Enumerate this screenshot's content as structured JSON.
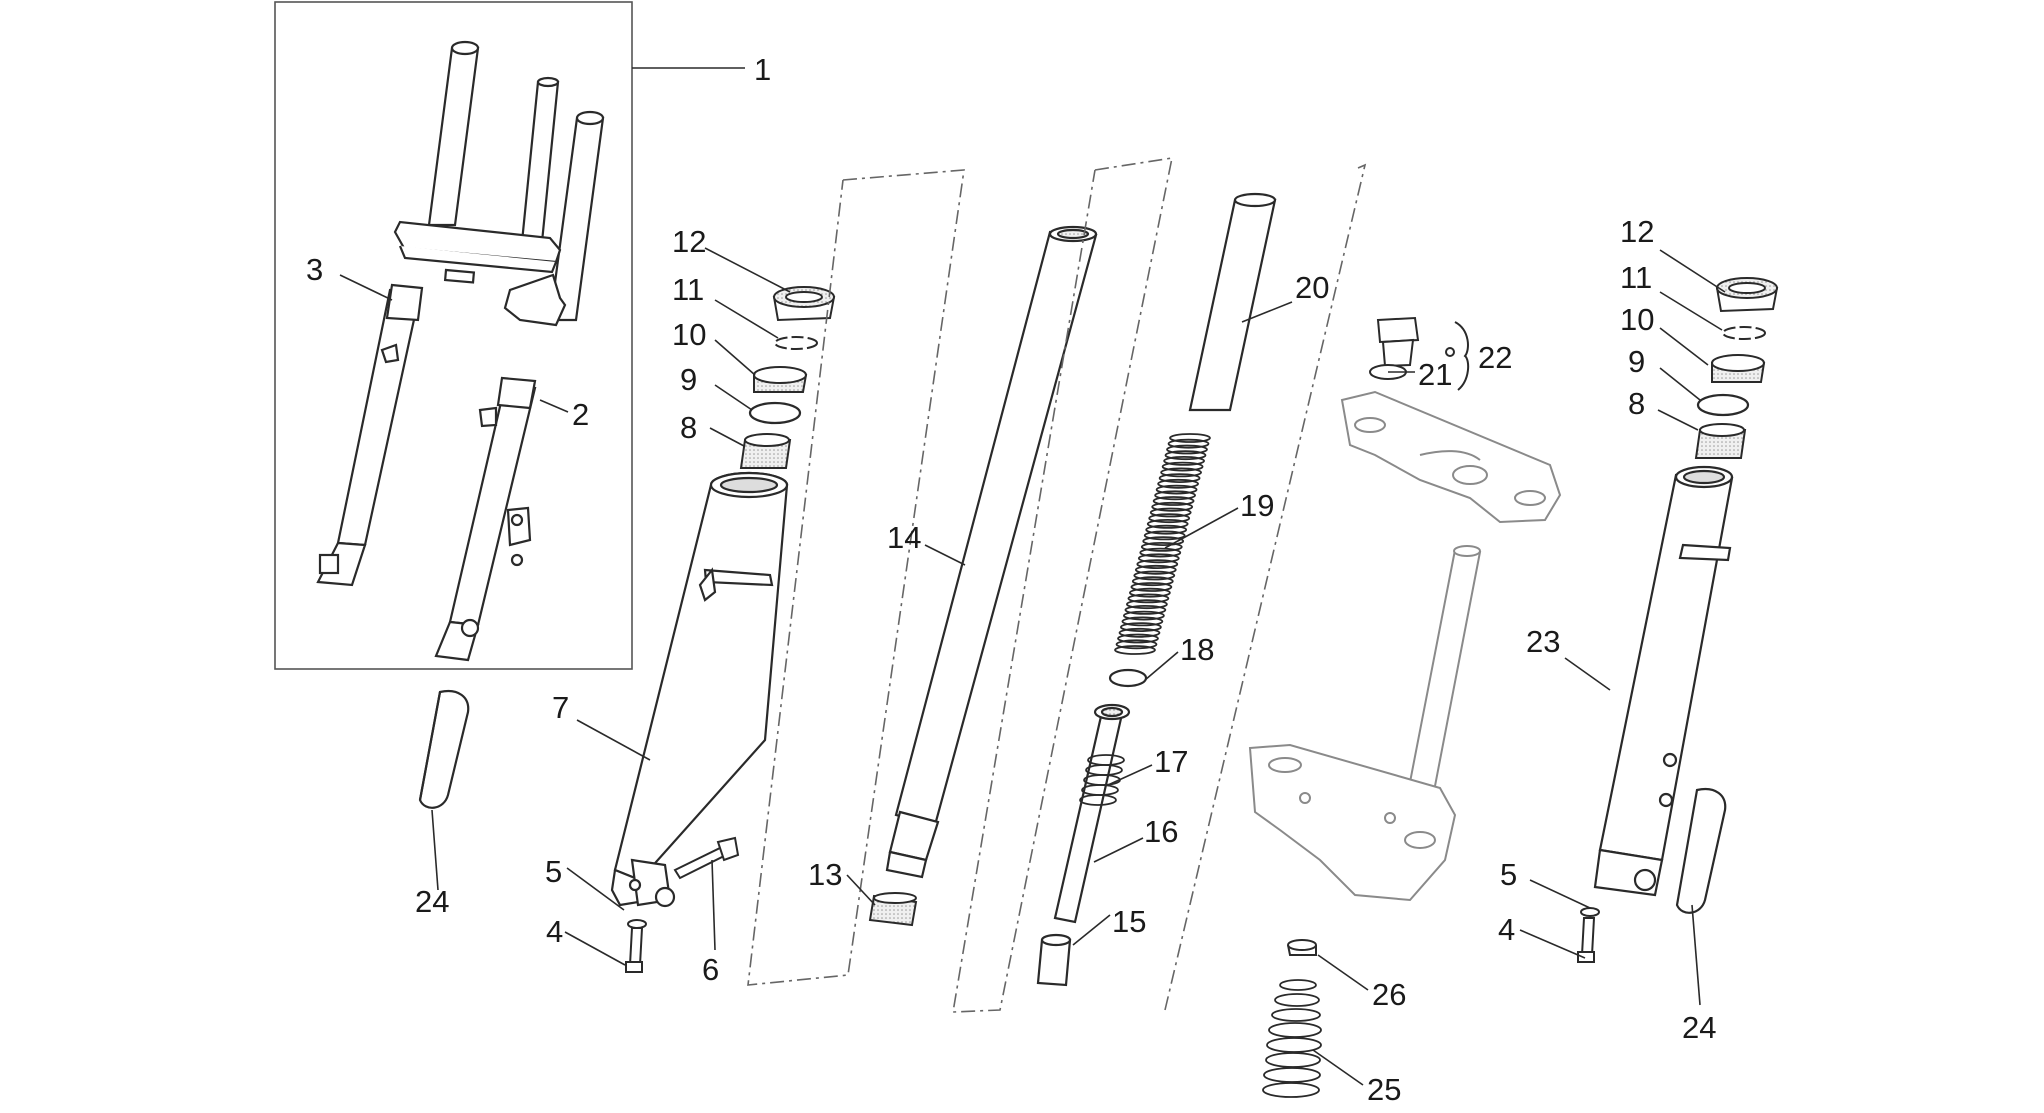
{
  "diagram": {
    "callouts": {
      "c1": "1",
      "c2": "2",
      "c3": "3",
      "c4l": "4",
      "c5l": "5",
      "c6": "6",
      "c7": "7",
      "c8l": "8",
      "c9l": "9",
      "c10l": "10",
      "c11l": "11",
      "c12l": "12",
      "c13": "13",
      "c14": "14",
      "c15": "15",
      "c16": "16",
      "c17": "17",
      "c18": "18",
      "c19": "19",
      "c20": "20",
      "c21": "21",
      "c22": "22",
      "c23": "23",
      "c24l": "24",
      "c4r": "4",
      "c5r": "5",
      "c8r": "8",
      "c9r": "9",
      "c10r": "10",
      "c11r": "11",
      "c12r": "12",
      "c24r": "24",
      "c25": "25",
      "c26": "26"
    },
    "colors": {
      "line": "#2a2a2a",
      "fill": "#ffffff",
      "greyline": "#8a8a8a",
      "shade": "#e6e6e6"
    }
  }
}
